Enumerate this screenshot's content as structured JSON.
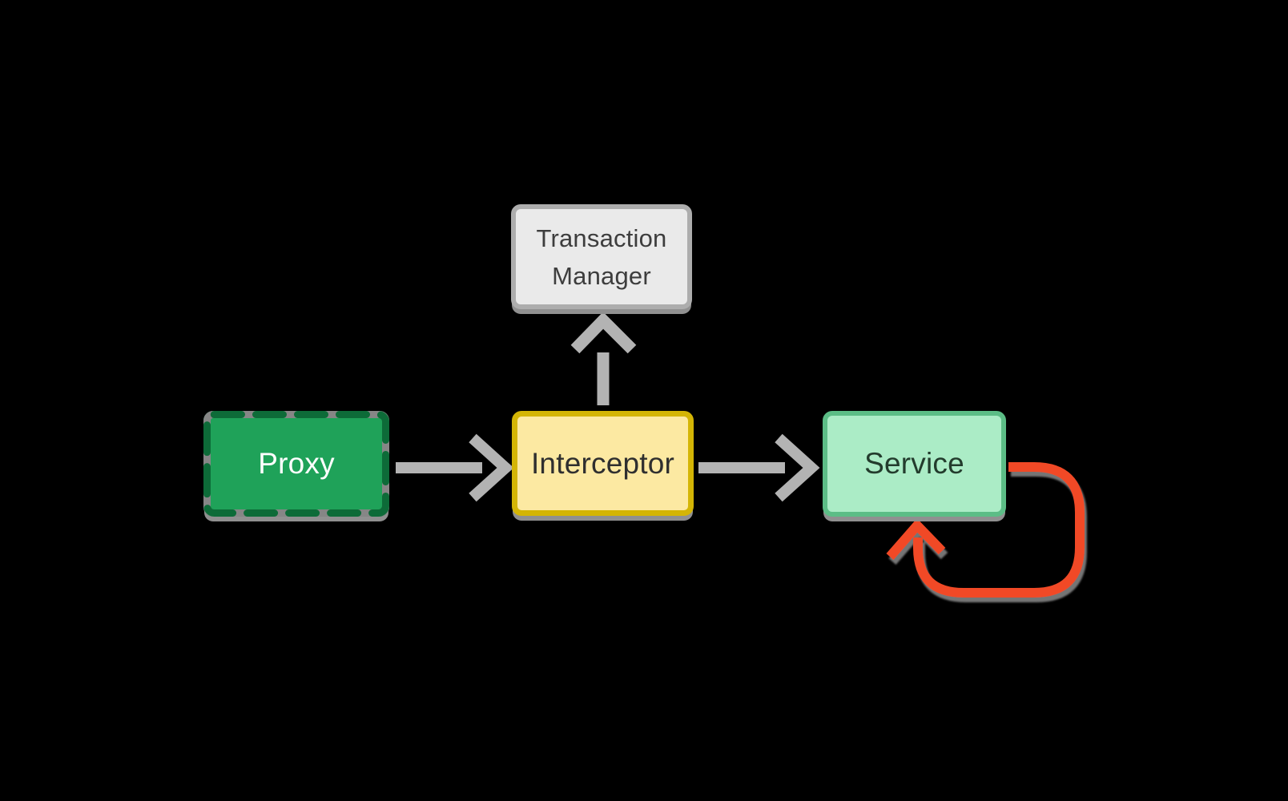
{
  "diagram": {
    "background_color": "#000000",
    "shadow_color": "#909090",
    "arrow_color": "#b3b3b3",
    "loop_arrow_color": "#f14a26",
    "nodes": [
      {
        "id": "proxy",
        "label": "Proxy",
        "fill": "#1fa259",
        "border_color": "#0d6b38",
        "text_color": "#ffffff",
        "border_style": "dashed"
      },
      {
        "id": "interceptor",
        "label": "Interceptor",
        "fill": "#fce9a2",
        "border_color": "#d4b505",
        "text_color": "#2f2f2f",
        "border_style": "solid"
      },
      {
        "id": "transaction-manager",
        "label": "Transaction Manager",
        "fill": "#eaeaea",
        "border_color": "#adadad",
        "text_color": "#3d3d3d",
        "border_style": "solid"
      },
      {
        "id": "service",
        "label": "Service",
        "fill": "#abecc6",
        "border_color": "#5cbd86",
        "text_color": "#233c2d",
        "border_style": "solid"
      }
    ],
    "edges": [
      {
        "id": "proxy-to-interceptor",
        "from": "Proxy",
        "to": "Interceptor",
        "color": "#b3b3b3",
        "kind": "arrow"
      },
      {
        "id": "interceptor-to-service",
        "from": "Interceptor",
        "to": "Service",
        "color": "#b3b3b3",
        "kind": "arrow"
      },
      {
        "id": "interceptor-to-transaction-manager",
        "from": "Interceptor",
        "to": "Transaction Manager",
        "color": "#b3b3b3",
        "kind": "arrow"
      },
      {
        "id": "service-self-loop",
        "from": "Service",
        "to": "Service",
        "color": "#f14a26",
        "kind": "self-loop-arrow"
      }
    ]
  }
}
